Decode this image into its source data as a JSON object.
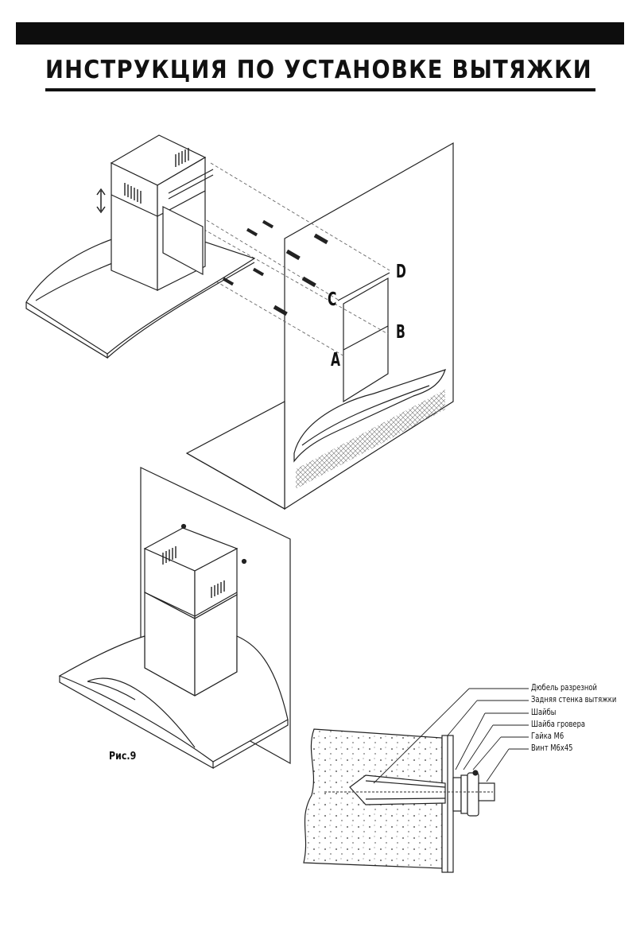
{
  "header": {
    "title": "ИНСТРУКЦИЯ  ПО УСТАНОВКЕ  ВЫТЯЖКИ"
  },
  "figure": {
    "point_labels": [
      "A",
      "B",
      "C",
      "D"
    ],
    "caption": "Рис.9"
  },
  "fastener_legend": [
    "Дюбель разрезной",
    "Задняя стенка вытяжки",
    "Шайбы",
    "Шайба гровера",
    "Гайка М6",
    "Винт М6х45"
  ]
}
